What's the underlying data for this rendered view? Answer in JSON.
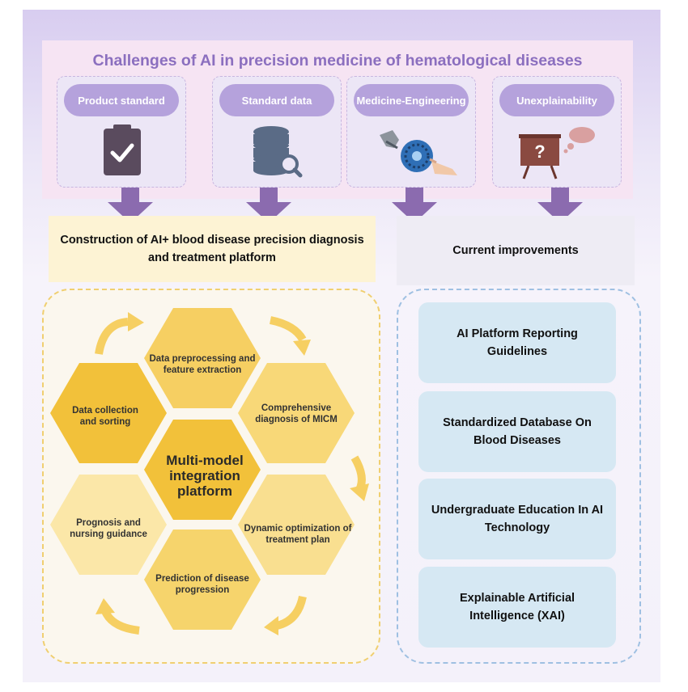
{
  "title": "Challenges of AI in precision medicine of hematological diseases",
  "challenges": [
    {
      "label": "Product standard",
      "icon": "clipboard-check-icon"
    },
    {
      "label": "Standard data",
      "icon": "database-search-icon"
    },
    {
      "label": "Medicine-Engineering",
      "icon": "robot-hand-icon"
    },
    {
      "label": "Unexplainability",
      "icon": "question-board-icon"
    }
  ],
  "construction": "Construction of AI+ blood disease precision diagnosis and treatment platform",
  "improvements_title": "Current improvements",
  "platform": {
    "center": "Multi-model integration platform",
    "steps": [
      "Data preprocessing and feature extraction",
      "Comprehensive diagnosis of MICM",
      "Dynamic optimization of treatment plan",
      "Prediction of disease progression",
      "Prognosis and nursing guidance",
      "Data collection and sorting"
    ]
  },
  "improvements": [
    "AI Platform Reporting Guidelines",
    "Standardized Database On Blood Diseases",
    "Undergraduate Education In AI Technology",
    "Explainable Artificial Intelligence (XAI)"
  ],
  "colors": {
    "purple": "#8b6fbf",
    "pill": "#b5a2dc",
    "arrow": "#8b6baf",
    "hex_center": "#f2c13a",
    "improvement": "#d6e8f3"
  }
}
